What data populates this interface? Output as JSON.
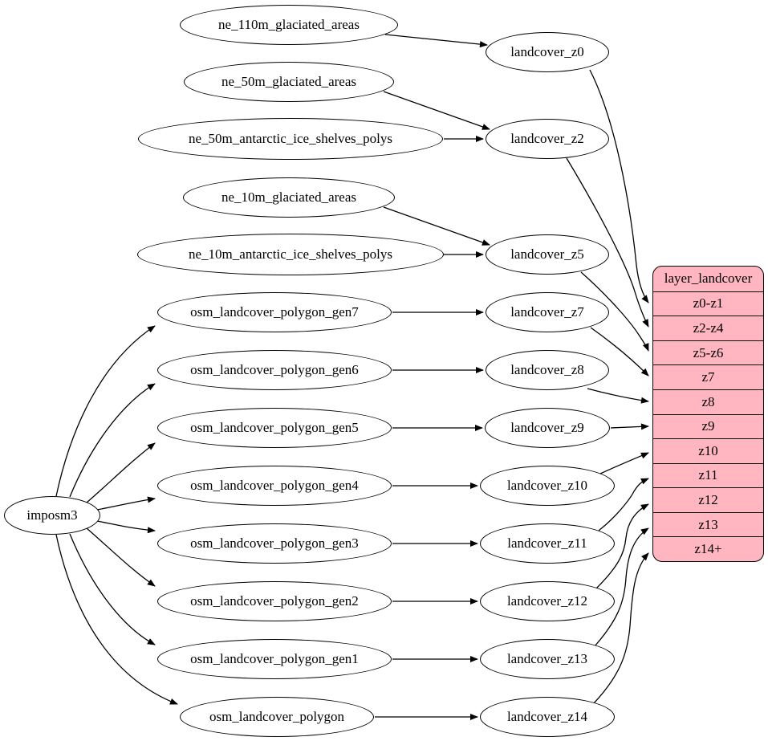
{
  "colors": {
    "background": "#ffffff",
    "node_fill": "#ffffff",
    "node_stroke": "#000000",
    "edge": "#000000",
    "table_fill": "#ffb6c1",
    "text": "#000000"
  },
  "hub": {
    "id": "imposm3",
    "label": "imposm3"
  },
  "sources": [
    {
      "id": "ne_110m_glaciated_areas",
      "label": "ne_110m_glaciated_areas"
    },
    {
      "id": "ne_50m_glaciated_areas",
      "label": "ne_50m_glaciated_areas"
    },
    {
      "id": "ne_50m_antarctic_ice_shelves_polys",
      "label": "ne_50m_antarctic_ice_shelves_polys"
    },
    {
      "id": "ne_10m_glaciated_areas",
      "label": "ne_10m_glaciated_areas"
    },
    {
      "id": "ne_10m_antarctic_ice_shelves_polys",
      "label": "ne_10m_antarctic_ice_shelves_polys"
    },
    {
      "id": "osm_landcover_polygon_gen7",
      "label": "osm_landcover_polygon_gen7"
    },
    {
      "id": "osm_landcover_polygon_gen6",
      "label": "osm_landcover_polygon_gen6"
    },
    {
      "id": "osm_landcover_polygon_gen5",
      "label": "osm_landcover_polygon_gen5"
    },
    {
      "id": "osm_landcover_polygon_gen4",
      "label": "osm_landcover_polygon_gen4"
    },
    {
      "id": "osm_landcover_polygon_gen3",
      "label": "osm_landcover_polygon_gen3"
    },
    {
      "id": "osm_landcover_polygon_gen2",
      "label": "osm_landcover_polygon_gen2"
    },
    {
      "id": "osm_landcover_polygon_gen1",
      "label": "osm_landcover_polygon_gen1"
    },
    {
      "id": "osm_landcover_polygon",
      "label": "osm_landcover_polygon"
    }
  ],
  "middle": [
    {
      "id": "landcover_z0",
      "label": "landcover_z0"
    },
    {
      "id": "landcover_z2",
      "label": "landcover_z2"
    },
    {
      "id": "landcover_z5",
      "label": "landcover_z5"
    },
    {
      "id": "landcover_z7",
      "label": "landcover_z7"
    },
    {
      "id": "landcover_z8",
      "label": "landcover_z8"
    },
    {
      "id": "landcover_z9",
      "label": "landcover_z9"
    },
    {
      "id": "landcover_z10",
      "label": "landcover_z10"
    },
    {
      "id": "landcover_z11",
      "label": "landcover_z11"
    },
    {
      "id": "landcover_z12",
      "label": "landcover_z12"
    },
    {
      "id": "landcover_z13",
      "label": "landcover_z13"
    },
    {
      "id": "landcover_z14",
      "label": "landcover_z14"
    }
  ],
  "table": {
    "title": "layer_landcover",
    "rows": [
      "z0-z1",
      "z2-z4",
      "z5-z6",
      "z7",
      "z8",
      "z9",
      "z10",
      "z11",
      "z12",
      "z13",
      "z14+"
    ]
  },
  "edges": [
    {
      "from": "imposm3",
      "to": "osm_landcover_polygon_gen7"
    },
    {
      "from": "imposm3",
      "to": "osm_landcover_polygon_gen6"
    },
    {
      "from": "imposm3",
      "to": "osm_landcover_polygon_gen5"
    },
    {
      "from": "imposm3",
      "to": "osm_landcover_polygon_gen4"
    },
    {
      "from": "imposm3",
      "to": "osm_landcover_polygon_gen3"
    },
    {
      "from": "imposm3",
      "to": "osm_landcover_polygon_gen2"
    },
    {
      "from": "imposm3",
      "to": "osm_landcover_polygon_gen1"
    },
    {
      "from": "imposm3",
      "to": "osm_landcover_polygon"
    },
    {
      "from": "ne_110m_glaciated_areas",
      "to": "landcover_z0"
    },
    {
      "from": "ne_50m_glaciated_areas",
      "to": "landcover_z2"
    },
    {
      "from": "ne_50m_antarctic_ice_shelves_polys",
      "to": "landcover_z2"
    },
    {
      "from": "ne_10m_glaciated_areas",
      "to": "landcover_z5"
    },
    {
      "from": "ne_10m_antarctic_ice_shelves_polys",
      "to": "landcover_z5"
    },
    {
      "from": "osm_landcover_polygon_gen7",
      "to": "landcover_z7"
    },
    {
      "from": "osm_landcover_polygon_gen6",
      "to": "landcover_z8"
    },
    {
      "from": "osm_landcover_polygon_gen5",
      "to": "landcover_z9"
    },
    {
      "from": "osm_landcover_polygon_gen4",
      "to": "landcover_z10"
    },
    {
      "from": "osm_landcover_polygon_gen3",
      "to": "landcover_z11"
    },
    {
      "from": "osm_landcover_polygon_gen2",
      "to": "landcover_z12"
    },
    {
      "from": "osm_landcover_polygon_gen1",
      "to": "landcover_z13"
    },
    {
      "from": "osm_landcover_polygon",
      "to": "landcover_z14"
    },
    {
      "from": "landcover_z0",
      "to": "z0-z1"
    },
    {
      "from": "landcover_z2",
      "to": "z2-z4"
    },
    {
      "from": "landcover_z5",
      "to": "z5-z6"
    },
    {
      "from": "landcover_z7",
      "to": "z7"
    },
    {
      "from": "landcover_z8",
      "to": "z8"
    },
    {
      "from": "landcover_z9",
      "to": "z9"
    },
    {
      "from": "landcover_z10",
      "to": "z10"
    },
    {
      "from": "landcover_z11",
      "to": "z11"
    },
    {
      "from": "landcover_z12",
      "to": "z12"
    },
    {
      "from": "landcover_z13",
      "to": "z13"
    },
    {
      "from": "landcover_z14",
      "to": "z14+"
    }
  ]
}
